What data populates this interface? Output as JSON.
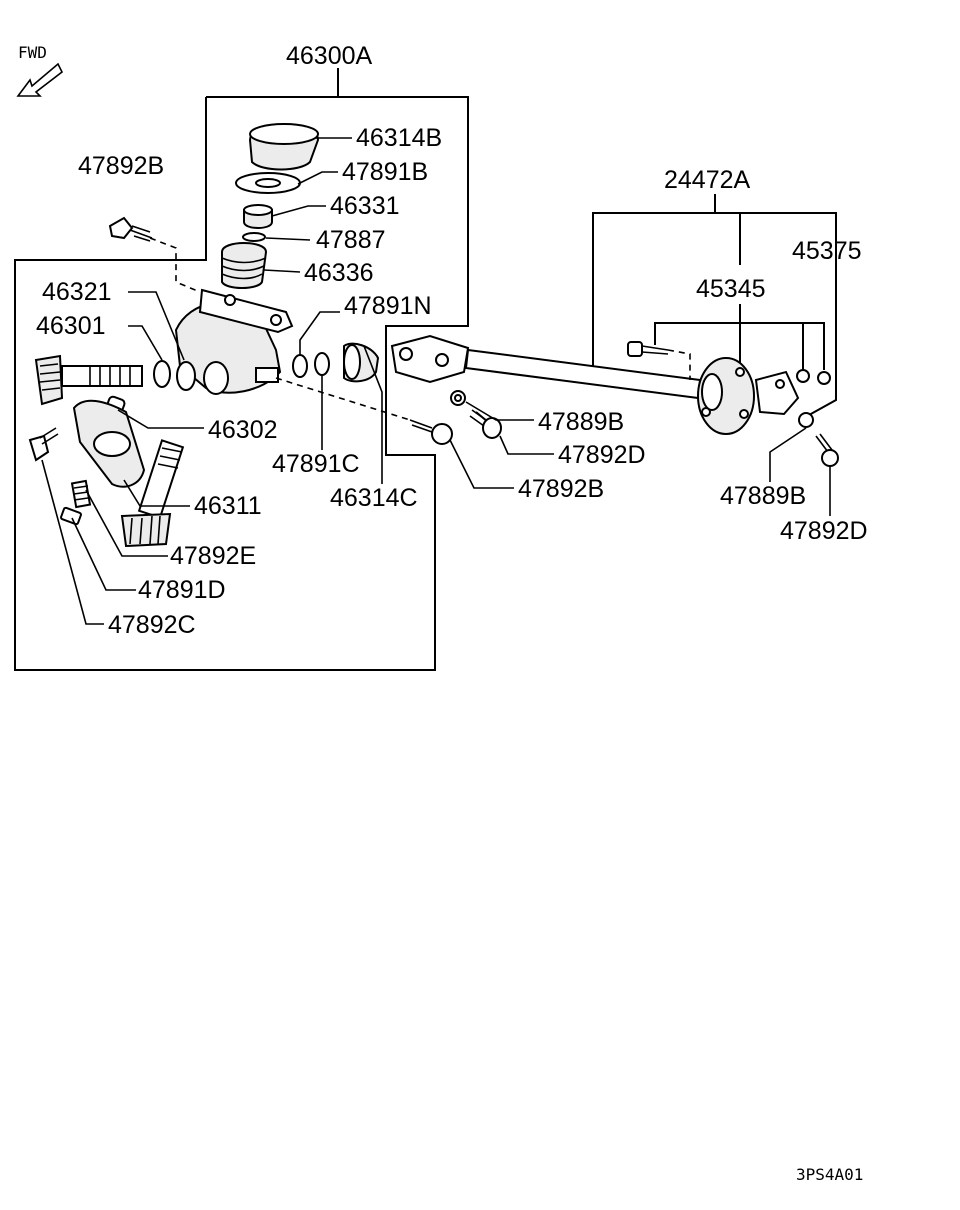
{
  "orientation": {
    "fwd_label": "FWD"
  },
  "assemblies": {
    "steering_gear": "46300A",
    "steering_shaft": "24472A"
  },
  "callouts": {
    "c46314B": "46314B",
    "c47891B": "47891B",
    "c46331": "46331",
    "c47887": "47887",
    "c46336": "46336",
    "c47891N": "47891N",
    "c47892B_top": "47892B",
    "c46321": "46321",
    "c46301": "46301",
    "c46302": "46302",
    "c46311": "46311",
    "c47892E": "47892E",
    "c47891D": "47891D",
    "c47892C": "47892C",
    "c47891C": "47891C",
    "c46314C": "46314C",
    "c47889B_mid": "47889B",
    "c47892D_mid": "47892D",
    "c47892B_mid": "47892B",
    "c45345": "45345",
    "c45375": "45375",
    "c47889B_right": "47889B",
    "c47892D_right": "47892D"
  },
  "figure_code": "3PS4A01"
}
